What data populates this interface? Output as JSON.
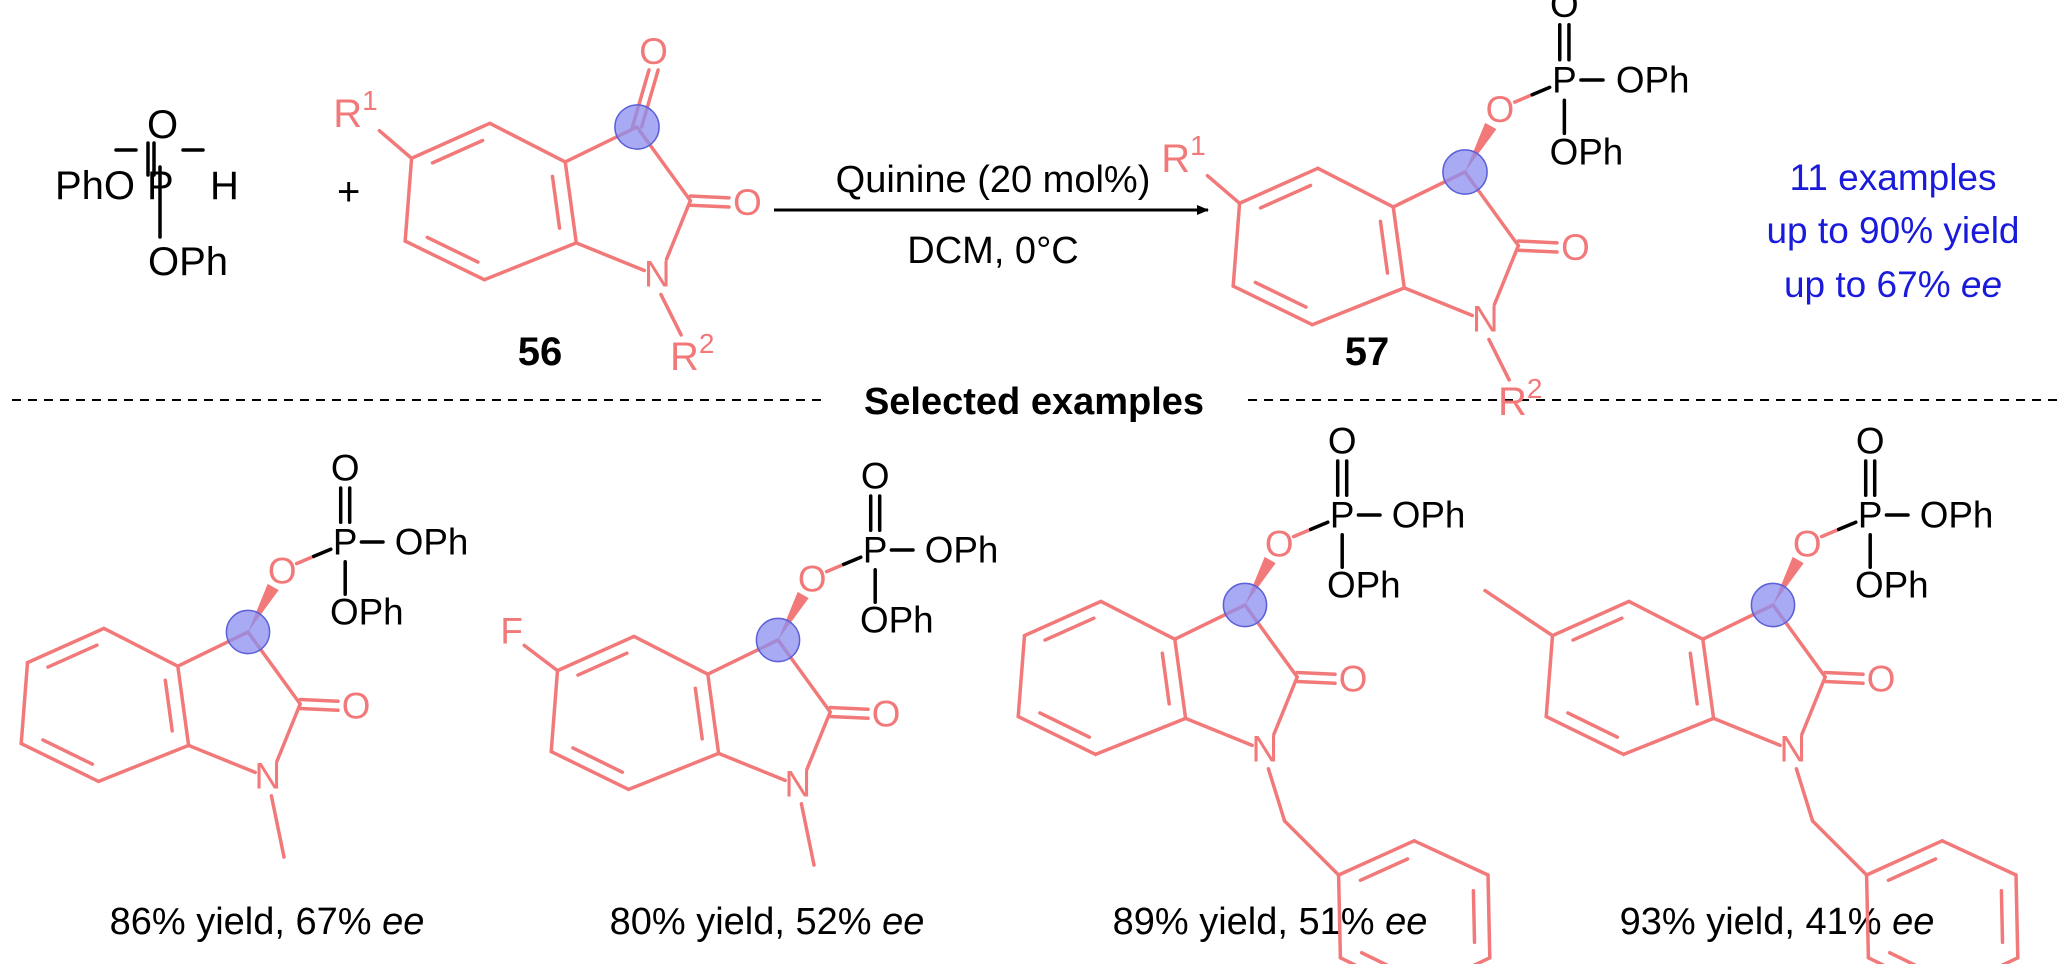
{
  "colors": {
    "scaffold": "#f27979",
    "bond_black": "#000000",
    "highlight_blue": "#1a1adb",
    "stereocenter_fill": "#8b8ff0"
  },
  "reactant_phosphite": {
    "o_top": "O",
    "p": "P",
    "h": "H",
    "pho_left": "PhO",
    "oph_bottom": "OPh"
  },
  "plus": "+",
  "reactant_isatin": {
    "compound_number": "56",
    "r1": "R",
    "r1_sup": "1",
    "r2": "R",
    "r2_sup": "2",
    "n": "N",
    "o_ketone": "O",
    "o_amide": "O"
  },
  "conditions": {
    "line1": "Quinine (20 mol%)",
    "line2": "DCM, 0°C"
  },
  "product": {
    "compound_number": "57",
    "r1": "R",
    "r1_sup": "1",
    "r2": "R",
    "r2_sup": "2",
    "n": "N",
    "o_amide": "O",
    "o_link": "O",
    "p": "P",
    "o_top": "O",
    "oph_right": "OPh",
    "oph_bottom": "OPh"
  },
  "scope_summary": {
    "line1": "11 examples",
    "line2": "up to 90% yield",
    "line3_prefix": "up to 67% ",
    "line3_italic": "ee"
  },
  "divider_label": "Selected examples",
  "examples": [
    {
      "substituent": "",
      "n": "N",
      "o_amide": "O",
      "o_link": "O",
      "p": "P",
      "o_top": "O",
      "oph_right": "OPh",
      "oph_bottom": "OPh",
      "result": "86% yield, 67% ",
      "ee": "ee"
    },
    {
      "substituent": "F",
      "n": "N",
      "o_amide": "O",
      "o_link": "O",
      "p": "P",
      "o_top": "O",
      "oph_right": "OPh",
      "oph_bottom": "OPh",
      "result": "80% yield, 52% ",
      "ee": "ee"
    },
    {
      "substituent": "",
      "n": "N",
      "o_amide": "O",
      "o_link": "O",
      "p": "P",
      "o_top": "O",
      "oph_right": "OPh",
      "oph_bottom": "OPh",
      "result": "89% yield, 51% ",
      "ee": "ee"
    },
    {
      "substituent": "",
      "n": "N",
      "o_amide": "O",
      "o_link": "O",
      "p": "P",
      "o_top": "O",
      "oph_right": "OPh",
      "oph_bottom": "OPh",
      "result": "93% yield, 41% ",
      "ee": "ee"
    }
  ]
}
